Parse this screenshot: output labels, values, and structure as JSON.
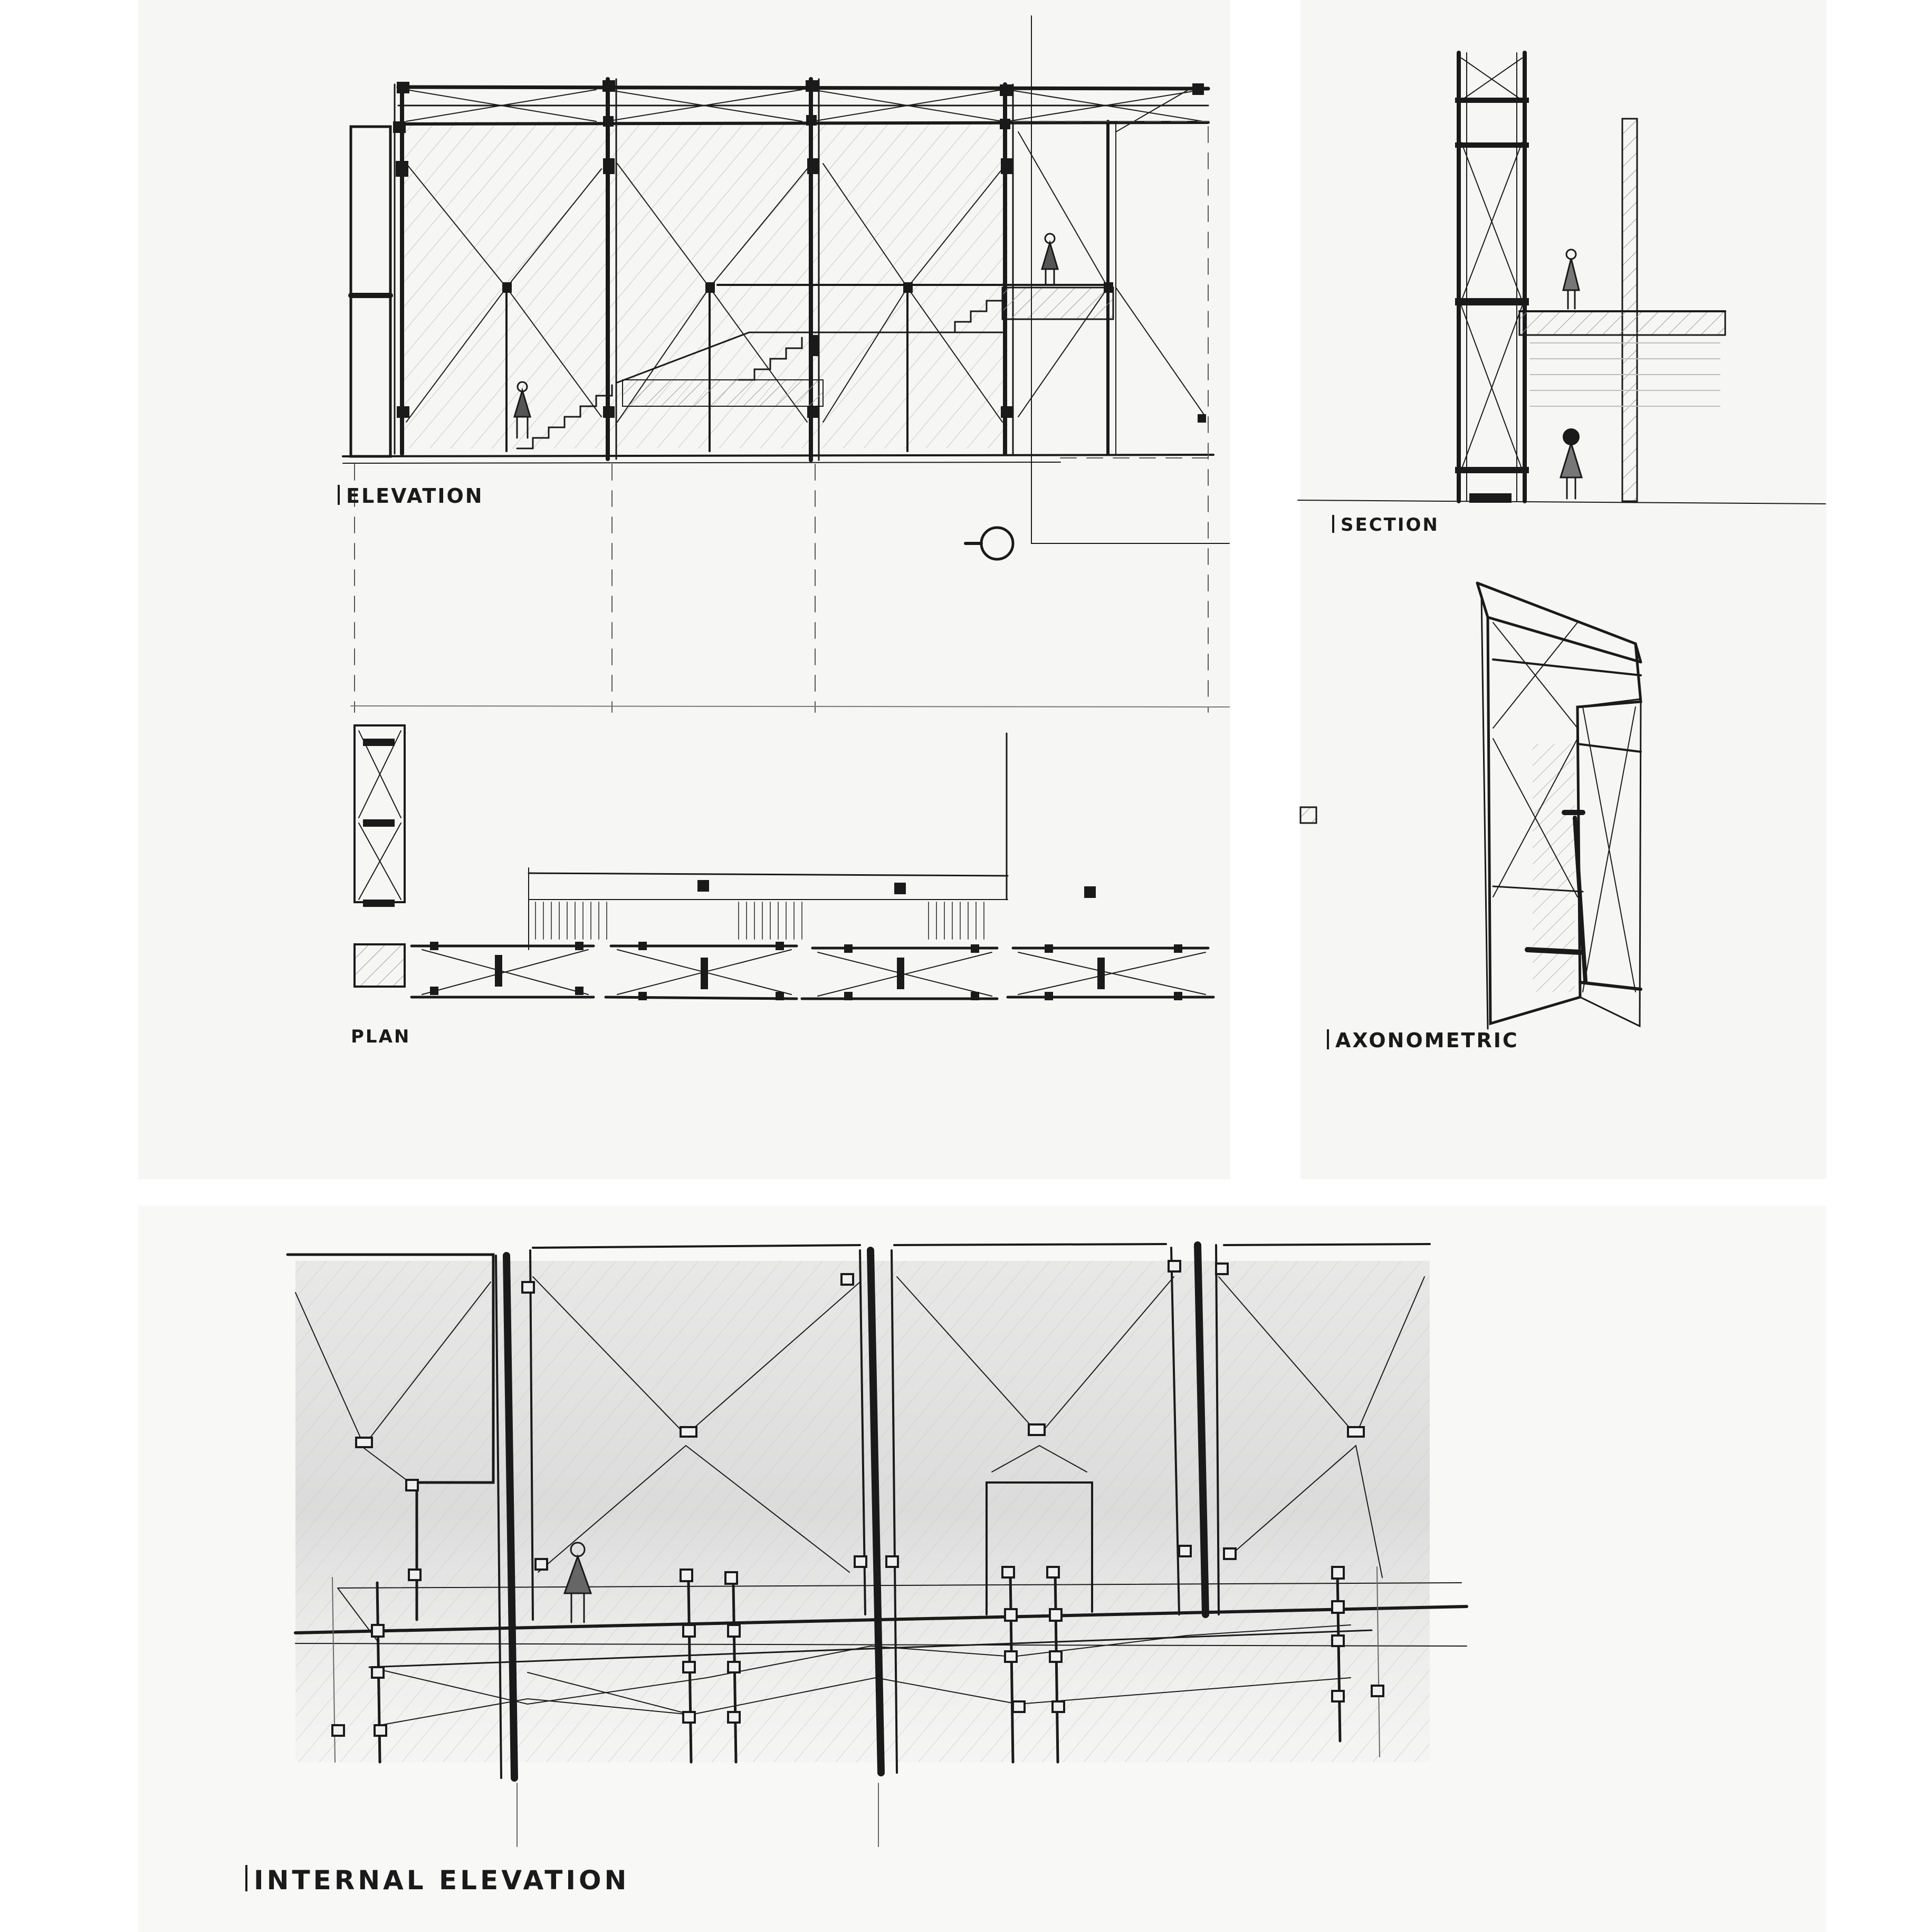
{
  "labels": {
    "elevation": "ELEVATION",
    "section": "SECTION",
    "plan": "PLAN",
    "axonometric": "AXONOMETRIC",
    "internal_elevation": "INTERNAL ELEVATION"
  },
  "colors": {
    "ink": "#1a1a1a",
    "paper": "#f6f6f5",
    "shade": "#9a9a9a"
  }
}
